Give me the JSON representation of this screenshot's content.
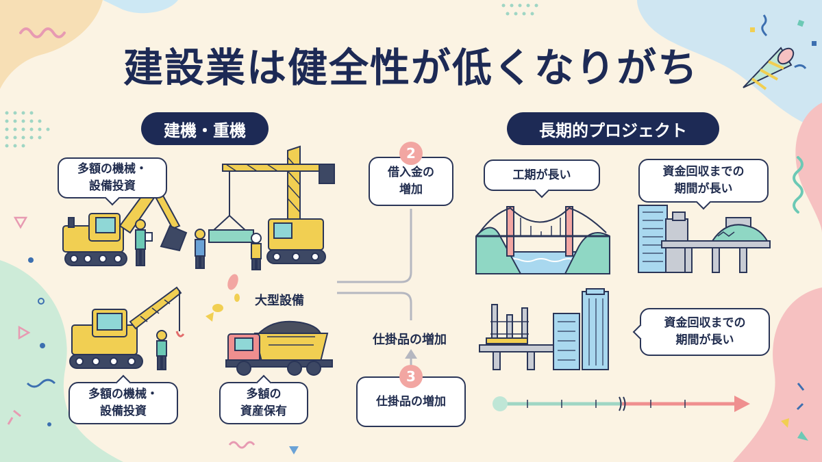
{
  "title": "建設業は健全性が低くなりがち",
  "sections": {
    "left": "建機・重機",
    "right": "長期的プロジェクト"
  },
  "left_bubbles": {
    "excavator": "多額の機械・\n設備投資",
    "crane": "多額の機械・\n設備投資",
    "truck": "多額の\n資産保有"
  },
  "large_equipment_label": "大型設備",
  "flow": {
    "loan": {
      "badge": "2",
      "text": "借入金の\n増加"
    },
    "wip_label": "仕掛品の増加",
    "wip": {
      "badge": "3",
      "text": "仕掛品の増加"
    }
  },
  "right_bubbles": {
    "long_term": "工期が長い",
    "recovery_1": "資金回収までの\n期間が長い",
    "recovery_2": "資金回収までの\n期間が長い"
  },
  "colors": {
    "navy": "#1d2a55",
    "yellow": "#f1cf52",
    "teal": "#86d0b8",
    "pink": "#f2a6a2",
    "cream": "#fbf3e3"
  },
  "icons": [
    "excavator-icon",
    "tower-crane-icon",
    "crawler-crane-icon",
    "dump-truck-icon",
    "suspension-bridge-icon",
    "city-buildings-icon",
    "construction-site-icon",
    "party-horn-icon",
    "arrow-up-icon",
    "timeline-arrow-icon"
  ]
}
